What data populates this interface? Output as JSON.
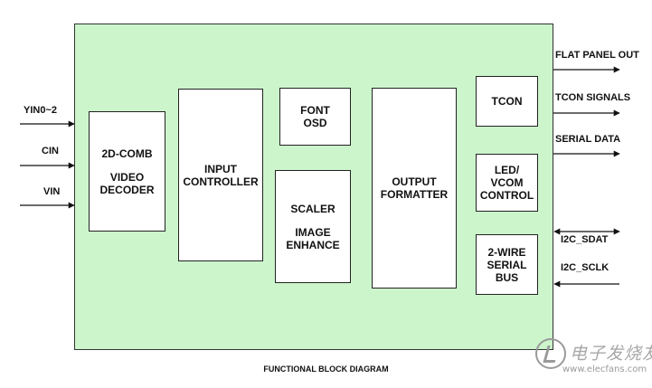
{
  "blocks": {
    "video_decoder": [
      "2D-COMB",
      "",
      "VIDEO",
      "DECODER"
    ],
    "input_controller": [
      "INPUT",
      "CONTROLLER"
    ],
    "font_osd": [
      "FONT",
      "OSD"
    ],
    "scaler": [
      "SCALER",
      "",
      "IMAGE",
      "ENHANCE"
    ],
    "output_formatter": [
      "OUTPUT",
      "FORMATTER"
    ],
    "tcon": [
      "TCON"
    ],
    "led_vcom": [
      "LED/",
      "VCOM",
      "CONTROL"
    ],
    "serial_bus": [
      "2-WIRE",
      "SERIAL",
      "BUS"
    ]
  },
  "inputs": {
    "yin": "YIN0~2",
    "cin": "CIN",
    "vin": "VIN"
  },
  "outputs": {
    "flat_panel": "FLAT PANEL OUT",
    "tcon_signals": "TCON SIGNALS",
    "serial_data": "SERIAL DATA"
  },
  "i2c": {
    "sdat": "I2C_SDAT",
    "sclk": "I2C_SCLK"
  },
  "caption": "FUNCTIONAL BLOCK DIAGRAM",
  "watermark": {
    "brand": "电子发烧友",
    "url": "www.elecfans.com"
  },
  "colors": {
    "background_panel": "#ccf5cc",
    "block_fill": "#ffffff",
    "line": "#111111"
  }
}
